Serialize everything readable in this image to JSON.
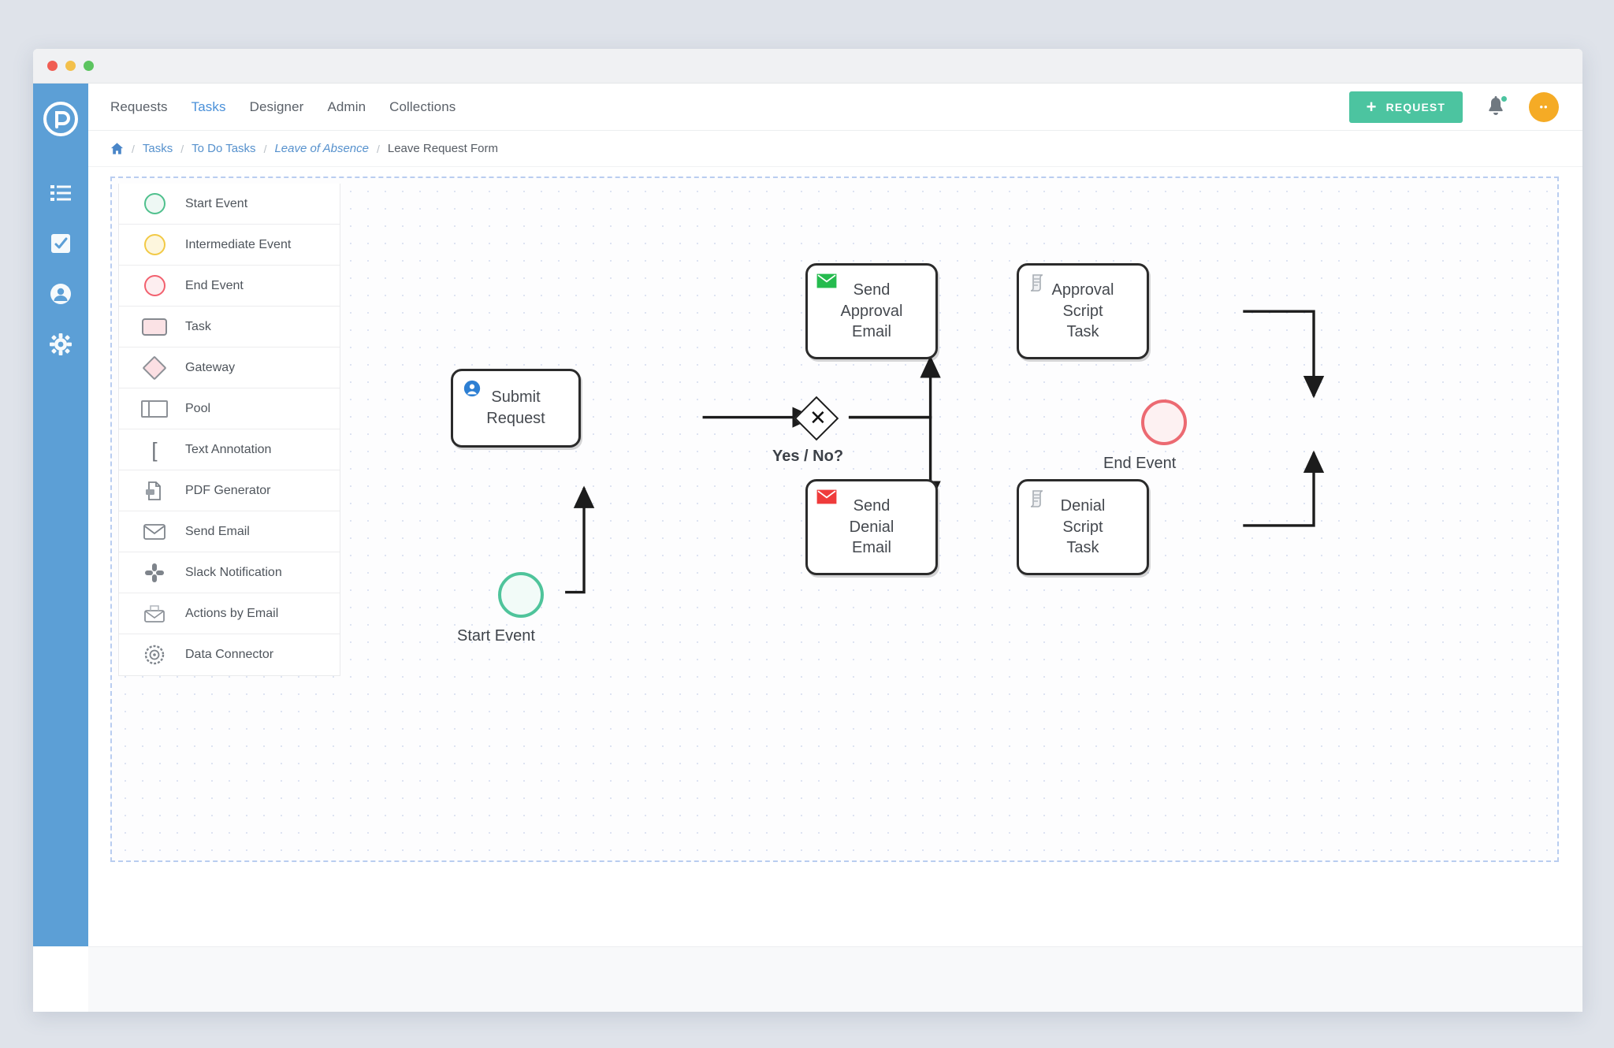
{
  "window": {
    "traffic_lights": [
      "close",
      "minimize",
      "zoom"
    ]
  },
  "sidebar": {
    "logo": "processmaker-logo",
    "items": [
      {
        "icon": "list-icon",
        "name": "requests-rail"
      },
      {
        "icon": "task-check-icon",
        "name": "tasks-rail"
      },
      {
        "icon": "profile-icon",
        "name": "profile-rail"
      },
      {
        "icon": "gear-icon",
        "name": "settings-rail"
      }
    ]
  },
  "topbar": {
    "nav": [
      {
        "label": "Requests",
        "active": false
      },
      {
        "label": "Tasks",
        "active": true
      },
      {
        "label": "Designer",
        "active": false
      },
      {
        "label": "Admin",
        "active": false
      },
      {
        "label": "Collections",
        "active": false
      }
    ],
    "request_button": {
      "label": "REQUEST",
      "plus": "+",
      "color": "#4cc4a0"
    },
    "bell": {
      "icon": "bell-icon",
      "badge_color": "#4cc4a0"
    },
    "avatar": {
      "initials": "••",
      "color": "#f5ab25"
    }
  },
  "breadcrumb": {
    "home_icon": "home-icon",
    "separator": "/",
    "items": [
      {
        "label": "Tasks",
        "style": "link"
      },
      {
        "label": "To Do Tasks",
        "style": "link"
      },
      {
        "label": "Leave of Absence",
        "style": "link-italic"
      },
      {
        "label": "Leave Request Form",
        "style": "current"
      }
    ]
  },
  "palette": {
    "items": [
      {
        "label": "Start Event",
        "icon": "start-event-icon"
      },
      {
        "label": "Intermediate Event",
        "icon": "intermediate-event-icon"
      },
      {
        "label": "End Event",
        "icon": "end-event-icon"
      },
      {
        "label": "Task",
        "icon": "task-icon"
      },
      {
        "label": "Gateway",
        "icon": "gateway-icon"
      },
      {
        "label": "Pool",
        "icon": "pool-icon"
      },
      {
        "label": "Text Annotation",
        "icon": "text-annotation-icon"
      },
      {
        "label": "PDF Generator",
        "icon": "pdf-generator-icon"
      },
      {
        "label": "Send Email",
        "icon": "send-email-icon"
      },
      {
        "label": "Slack Notification",
        "icon": "slack-icon"
      },
      {
        "label": "Actions by Email",
        "icon": "actions-by-email-icon"
      },
      {
        "label": "Data Connector",
        "icon": "data-connector-icon"
      }
    ]
  },
  "diagram": {
    "start_event": {
      "label": "Start Event",
      "color": "#4fc49b"
    },
    "end_event": {
      "label": "End Event",
      "color": "#ec6a72"
    },
    "gateway": {
      "label": "Yes / No?",
      "marker": "✕"
    },
    "nodes": [
      {
        "id": "submit",
        "label": "Submit\nRequest",
        "icon": "user-task-icon",
        "icon_color": "#2d7fd3"
      },
      {
        "id": "approval-email",
        "label": "Send\nApproval\nEmail",
        "icon": "envelope-icon",
        "icon_color": "#25bb4e"
      },
      {
        "id": "approval-script",
        "label": "Approval\nScript\nTask",
        "icon": "script-icon",
        "icon_color": "#9aa0a8"
      },
      {
        "id": "denial-email",
        "label": "Send\nDenial\nEmail",
        "icon": "envelope-icon",
        "icon_color": "#ef3b3b"
      },
      {
        "id": "denial-script",
        "label": "Denial\nScript\nTask",
        "icon": "script-icon",
        "icon_color": "#9aa0a8"
      }
    ]
  }
}
